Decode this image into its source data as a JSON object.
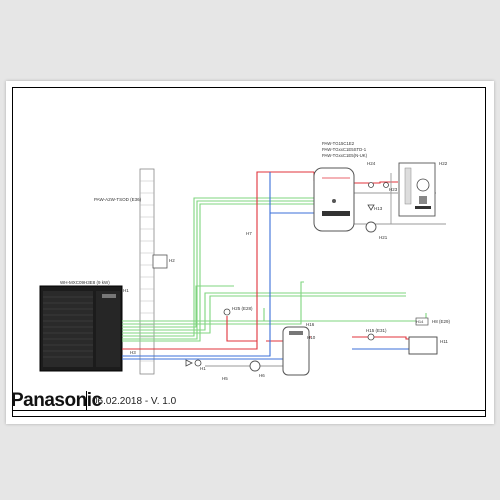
{
  "brand": "Panasonic",
  "footer_date": "06.02.2018 - V. 1.0",
  "colors": {
    "hot_line": "#e0333b",
    "return_line": "#3b6fd8",
    "signal_line": "#7fd47f",
    "cold_line": "#9a9a9a"
  },
  "labels": {
    "outdoor_unit": "WH-MXC09H3E8 (9 kW)",
    "sensor": "PAW-A2W-TSOD (E36)",
    "tank_model_1": "PAW-TG15C1E2",
    "tank_model_2": "PAW-TGxxC1E5STD-1",
    "tank_model_3": "PAW-TGxxC1E5(N-UK)",
    "h1": "H1",
    "h2": "H2",
    "h3": "H3",
    "h5": "H5",
    "h6": "H6",
    "h7": "H7",
    "h10": "H10",
    "h11": "H11",
    "h13": "H13",
    "h14": "H14",
    "h21": "H21",
    "h22": "H22",
    "h23": "H23",
    "h24": "H24",
    "h25": "H25 (E28)",
    "h16": "H16",
    "h15": "H15 (E31)",
    "h8": "H8 (E29)",
    "h1_lower": "H1"
  }
}
